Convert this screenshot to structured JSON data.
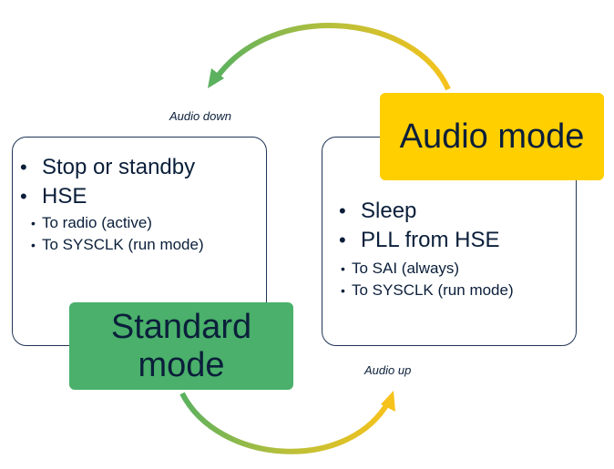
{
  "colors": {
    "audio_mode": "#ffcf00",
    "standard_mode": "#4ab06b",
    "arrow_green": "#5bb15f",
    "arrow_yellow": "#f6c21c",
    "card_border": "#1f3556",
    "text": "#0b1f3a"
  },
  "audio_mode": {
    "title": "Audio mode",
    "items": [
      "Sleep",
      "PLL from HSE"
    ],
    "subitems": [
      "To SAI (always)",
      "To SYSCLK (run mode)"
    ]
  },
  "standard_mode": {
    "title_line1": "Standard",
    "title_line2": "mode",
    "items": [
      "Stop or standby",
      "HSE"
    ],
    "subitems": [
      "To radio (active)",
      "To SYSCLK (run mode)"
    ]
  },
  "transitions": {
    "audio_down": "Audio down",
    "audio_up": "Audio up"
  }
}
